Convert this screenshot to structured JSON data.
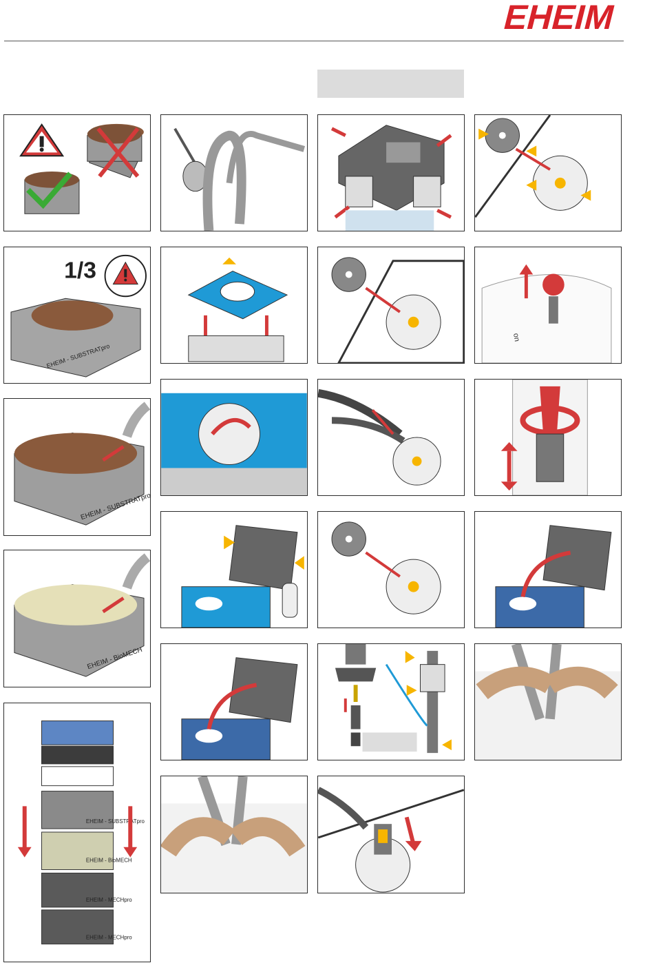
{
  "brand": {
    "logo_text": "EHEIM",
    "logo_color": "#d8232a"
  },
  "colors": {
    "arrow_red": "#d33a3a",
    "arrow_yellow": "#f7b500",
    "blue_part": "#1f9ad6",
    "check_green": "#3aaa35"
  },
  "panels": {
    "p1": {
      "icon": "warning-icon"
    },
    "p5": {
      "fraction": "1/3",
      "label": "EHEIM - SUBSTRATpro"
    },
    "p9": {
      "label": "EHEIM - SUBSTRATpro"
    },
    "p13": {
      "label": "EHEIM - BioMECH"
    },
    "p17": {
      "labels": [
        "EHEIM - SUBSTRATpro",
        "EHEIM - BioMECH",
        "EHEIM - MECHpro",
        "EHEIM - MECHpro"
      ]
    },
    "p8": {
      "label": "on"
    }
  }
}
